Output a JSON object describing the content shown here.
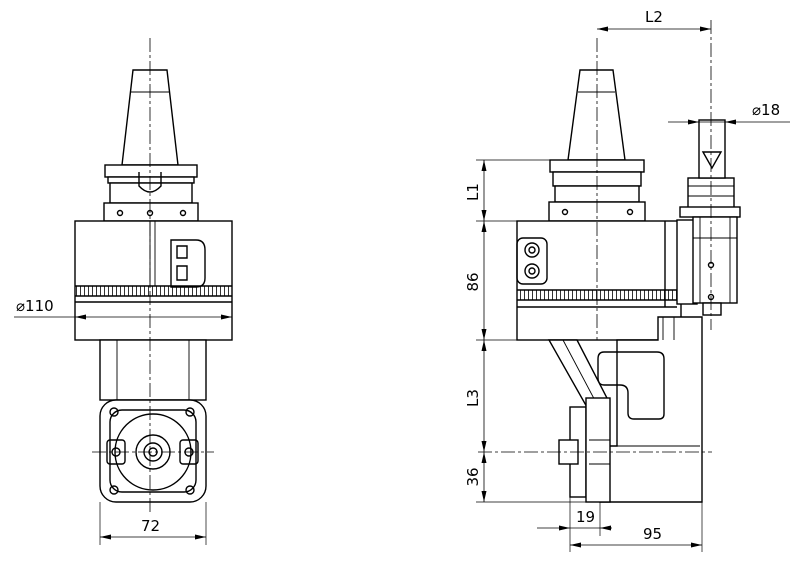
{
  "drawing": {
    "front_view": {
      "dim_diameter": "⌀110",
      "dim_width": "72"
    },
    "side_view": {
      "dim_l1": "L1",
      "dim_l2": "L2",
      "dim_l3": "L3",
      "dim_height": "86",
      "dim_offset": "36",
      "dim_spindle_diameter": "⌀18",
      "dim_19": "19",
      "dim_95": "95"
    }
  }
}
